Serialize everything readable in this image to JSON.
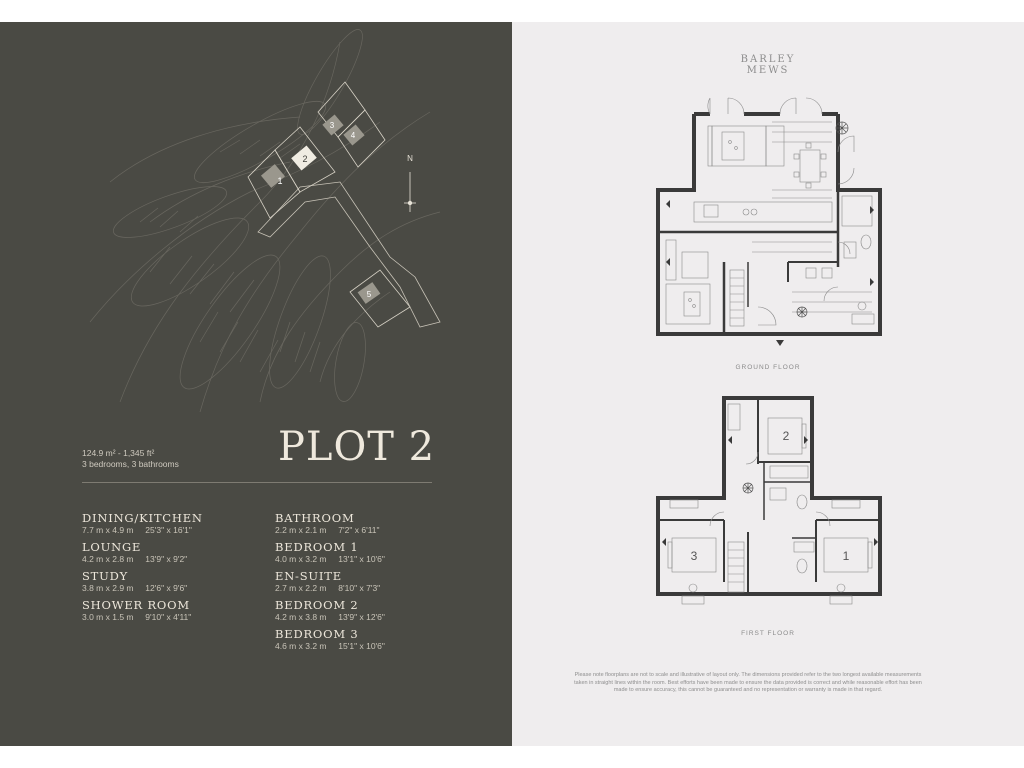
{
  "site_plan": {
    "plot_numbers": [
      "1",
      "2",
      "3",
      "4",
      "5"
    ],
    "north_label": "N"
  },
  "plot": {
    "title": "PLOT 2",
    "area": "124.9 m² - 1,345 ft²",
    "summary": "3 bedrooms, 3 bathrooms"
  },
  "rooms_left": [
    {
      "name": "DINING/KITCHEN",
      "dims": "7.7 m x 4.9 m     25'3\" x 16'1\""
    },
    {
      "name": "LOUNGE",
      "dims": "4.2 m x 2.8 m     13'9\" x 9'2\""
    },
    {
      "name": "STUDY",
      "dims": "3.8 m x 2.9 m     12'6\" x 9'6\""
    },
    {
      "name": "SHOWER ROOM",
      "dims": "3.0 m x 1.5 m     9'10\" x 4'11\""
    }
  ],
  "rooms_right": [
    {
      "name": "BATHROOM",
      "dims": "2.2 m x 2.1 m     7'2\" x 6'11\""
    },
    {
      "name": "BEDROOM 1",
      "dims": "4.0 m x 3.2 m     13'1\" x 10'6\""
    },
    {
      "name": "EN-SUITE",
      "dims": "2.7 m x 2.2 m     8'10\" x 7'3\""
    },
    {
      "name": "BEDROOM 2",
      "dims": "4.2 m x 3.8 m     13'9\" x 12'6\""
    },
    {
      "name": "BEDROOM 3",
      "dims": "4.6 m x 3.2 m     15'1\" x 10'6\""
    }
  ],
  "brand": {
    "line1": "BARLEY",
    "line2": "MEWS"
  },
  "floors": {
    "ground_label": "GROUND FLOOR",
    "first_label": "FIRST FLOOR",
    "bedroom_numbers": [
      "2",
      "3",
      "1"
    ]
  },
  "disclaimer": "Please note floorplans are not to scale and illustrative of layout only. The dimensions provided refer to the two longest available measurements taken in straight lines within the room. Best efforts have been made to ensure the data provided is correct and while reasonable effort has been made to ensure accuracy, this cannot be guaranteed and no representation or warranty is made in that regard."
}
